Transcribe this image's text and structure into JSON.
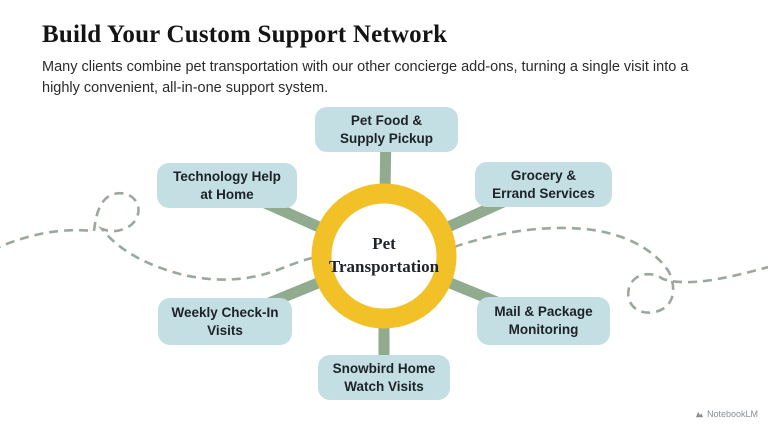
{
  "header": {
    "title": "Build Your Custom Support Network",
    "subtitle": "Many clients combine pet transportation with our other concierge add-ons, turning a single visit into a highly convenient, all-in-one support system."
  },
  "diagram": {
    "hub": {
      "label": "Pet\nTransportation"
    },
    "nodes": [
      {
        "id": "pet-food",
        "label": "Pet Food &\nSupply Pickup"
      },
      {
        "id": "technology-help",
        "label": "Technology Help\nat Home"
      },
      {
        "id": "grocery-errand",
        "label": "Grocery &\nErrand Services"
      },
      {
        "id": "weekly-checkin",
        "label": "Weekly Check-In\nVisits"
      },
      {
        "id": "mail-package",
        "label": "Mail & Package\nMonitoring"
      },
      {
        "id": "snowbird-watch",
        "label": "Snowbird Home\nWatch Visits"
      }
    ],
    "colors": {
      "hub_ring": "#F2C128",
      "hub_fill": "#ffffff",
      "spoke": "#90AB8E",
      "node_bg": "#C3DFE4",
      "dashed_line": "#9BA89E"
    }
  },
  "footer": {
    "watermark": "NotebookLM"
  }
}
